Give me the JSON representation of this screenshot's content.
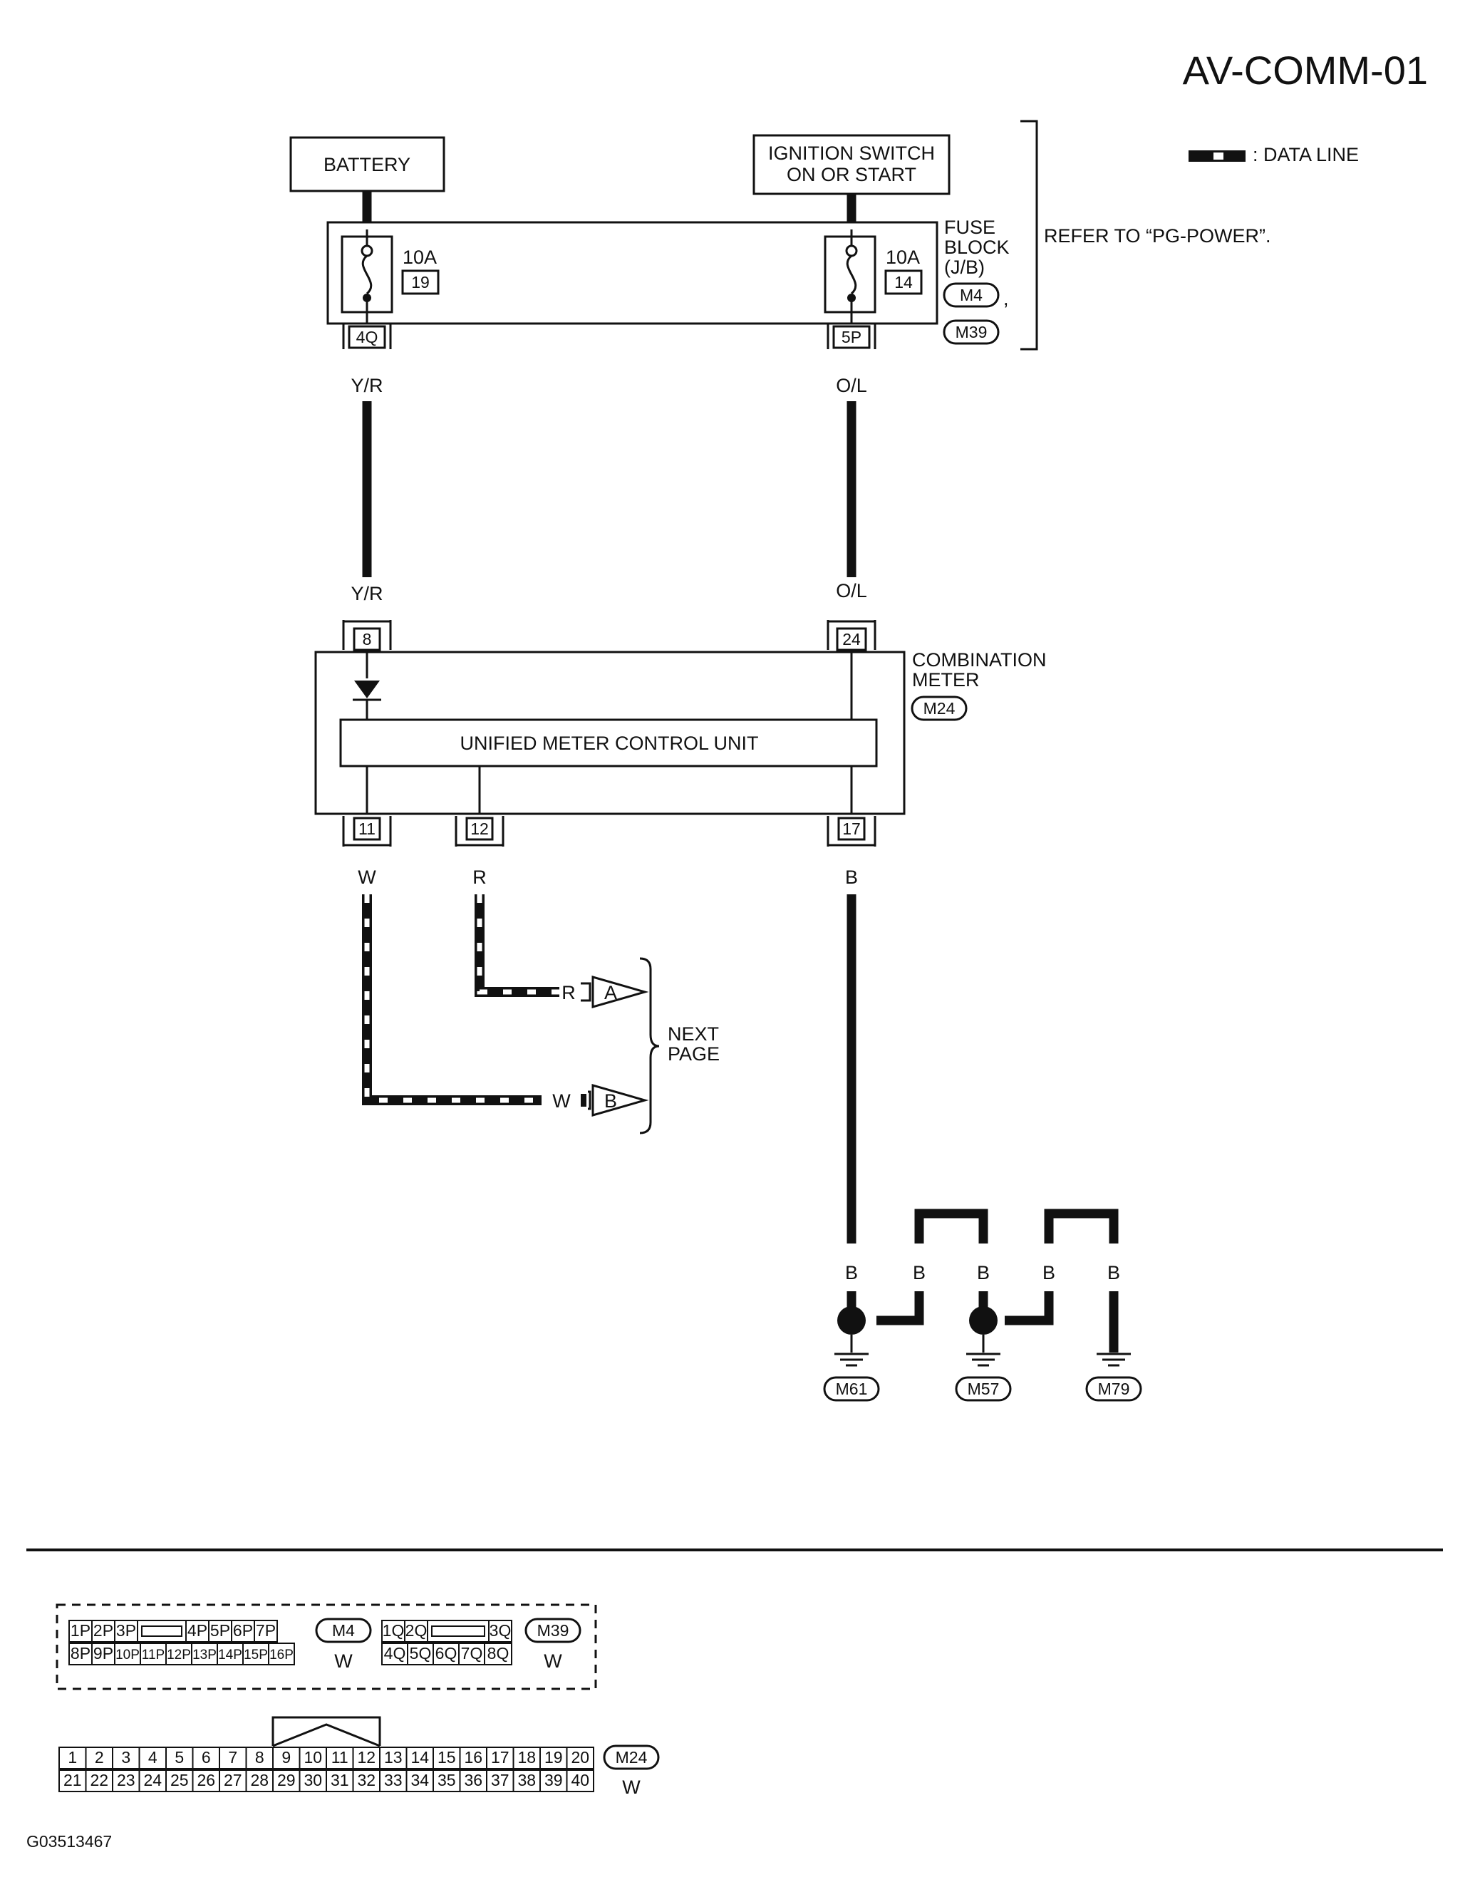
{
  "title": "AV-COMM-01",
  "legend": {
    "label": ": DATA LINE"
  },
  "note": {
    "text": "REFER TO “PG-POWER”."
  },
  "sources": {
    "battery": "BATTERY",
    "ignition_line1": "IGNITION SWITCH",
    "ignition_line2": "ON OR START"
  },
  "fuse_block": {
    "label_line1": "FUSE",
    "label_line2": "BLOCK",
    "label_line3": "(J/B)",
    "connector_1": "M4",
    "connector_sep": ",",
    "connector_2": "M39",
    "fuse_left": {
      "rating": "10A",
      "number": "19",
      "terminal": "4Q"
    },
    "fuse_right": {
      "rating": "10A",
      "number": "14",
      "terminal": "5P"
    }
  },
  "wires": {
    "left_top": "Y/R",
    "left_bottom": "Y/R",
    "right_top": "O/L",
    "right_bottom": "O/L",
    "out_11": "W",
    "out_12": "R",
    "out_17": "B",
    "r_end": "R",
    "w_end": "W"
  },
  "meter": {
    "label_line1": "COMBINATION",
    "label_line2": "METER",
    "connector": "M24",
    "unit": "UNIFIED METER CONTROL UNIT",
    "t_in_left": "8",
    "t_in_right": "24",
    "t_out_11": "11",
    "t_out_12": "12",
    "t_out_17": "17"
  },
  "next_page": {
    "line1": "NEXT",
    "line2": "PAGE",
    "arrow_a": "A",
    "arrow_b": "B"
  },
  "grounds": {
    "wire_labels": [
      "B",
      "B",
      "B",
      "B",
      "B"
    ],
    "m61": "M61",
    "m57": "M57",
    "m79": "M79"
  },
  "connectors_view": {
    "m4": {
      "id": "M4",
      "color": "W",
      "row1": [
        "1P",
        "2P",
        "3P",
        "",
        "4P",
        "5P",
        "6P",
        "7P"
      ],
      "row2": [
        "8P",
        "9P",
        "10P",
        "11P",
        "12P",
        "13P",
        "14P",
        "15P",
        "16P"
      ]
    },
    "m39": {
      "id": "M39",
      "color": "W",
      "row1": [
        "1Q",
        "2Q",
        "",
        "3Q"
      ],
      "row2": [
        "4Q",
        "5Q",
        "6Q",
        "7Q",
        "8Q"
      ]
    },
    "m24": {
      "id": "M24",
      "color": "W",
      "row1": [
        "1",
        "2",
        "3",
        "4",
        "5",
        "6",
        "7",
        "8",
        "9",
        "10",
        "11",
        "12",
        "13",
        "14",
        "15",
        "16",
        "17",
        "18",
        "19",
        "20"
      ],
      "row2": [
        "21",
        "22",
        "23",
        "24",
        "25",
        "26",
        "27",
        "28",
        "29",
        "30",
        "31",
        "32",
        "33",
        "34",
        "35",
        "36",
        "37",
        "38",
        "39",
        "40"
      ]
    }
  },
  "code": "G03513467"
}
